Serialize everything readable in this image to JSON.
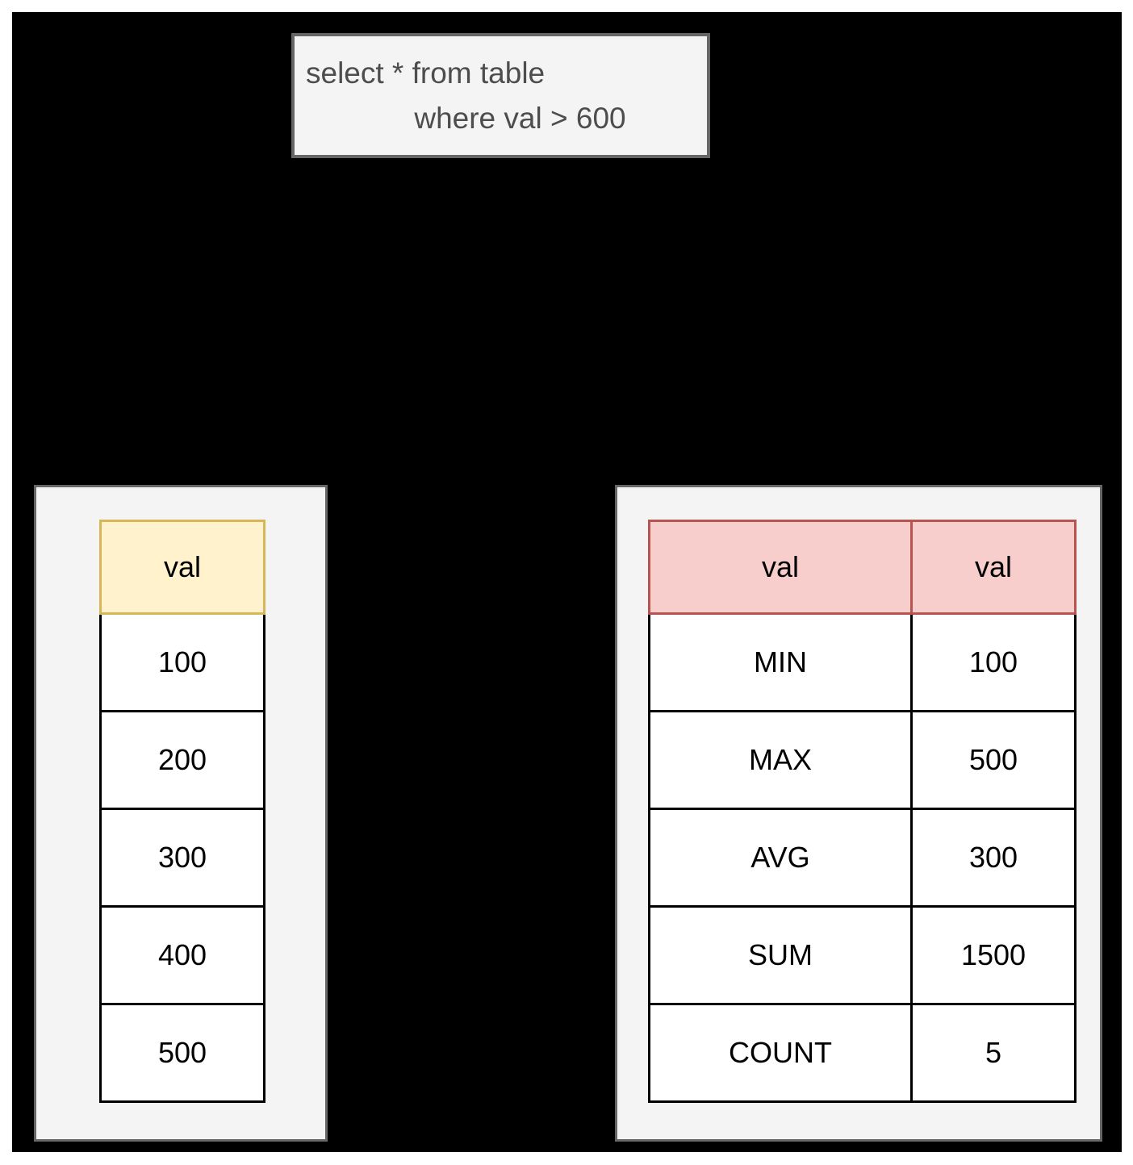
{
  "diagram": {
    "background_color": "#000000",
    "panel_color": "#f4f4f4",
    "panel_border_color": "#666666"
  },
  "query_box": {
    "line1": "select * from table",
    "line2": "where val > 600",
    "fill_color": "#f4f4f4",
    "border_color": "#666666",
    "text_color": "#4d4d4d"
  },
  "source_table": {
    "header": "val",
    "header_fill": "#fff2cc",
    "header_border": "#d6b656",
    "rows": [
      "100",
      "200",
      "300",
      "400",
      "500"
    ]
  },
  "result_table": {
    "headers": [
      "val",
      "val"
    ],
    "header_fill": "#f8cecc",
    "header_border": "#b85450",
    "rows": [
      {
        "label": "MIN",
        "value": "100"
      },
      {
        "label": "MAX",
        "value": "500"
      },
      {
        "label": "AVG",
        "value": "300"
      },
      {
        "label": "SUM",
        "value": "1500"
      },
      {
        "label": "COUNT",
        "value": "5"
      }
    ]
  }
}
